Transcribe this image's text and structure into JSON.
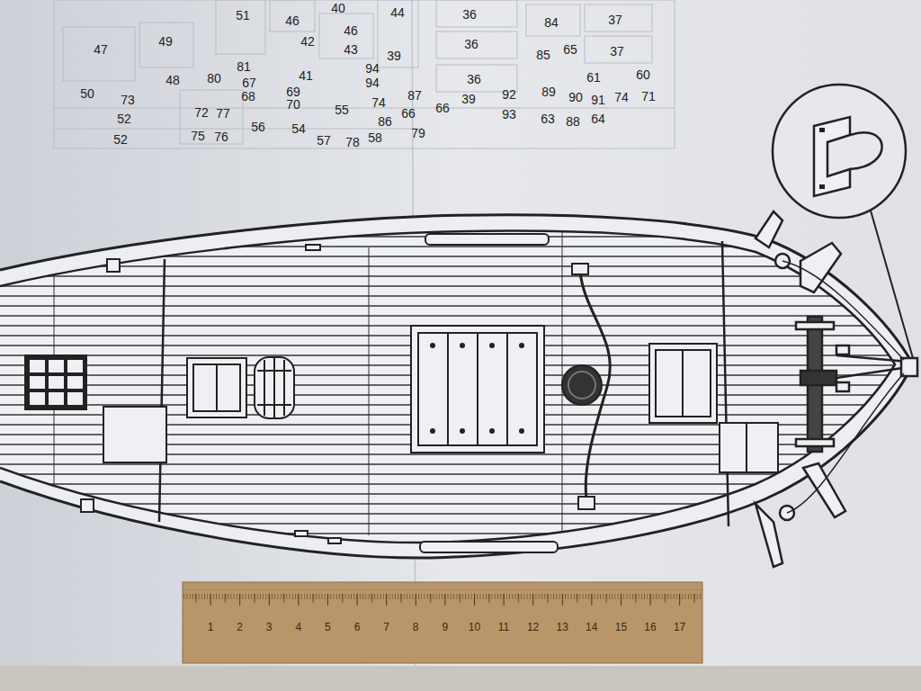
{
  "diagram": {
    "labels": [
      "40",
      "51",
      "46",
      "44",
      "36",
      "84",
      "37",
      "47",
      "49",
      "42",
      "46",
      "43",
      "39",
      "36",
      "85",
      "65",
      "37",
      "81",
      "41",
      "94",
      "94",
      "36",
      "61",
      "60",
      "48",
      "80",
      "67",
      "50",
      "73",
      "68",
      "69",
      "70",
      "74",
      "87",
      "55",
      "66",
      "39",
      "92",
      "89",
      "90",
      "91",
      "74",
      "71",
      "52",
      "72",
      "77",
      "56",
      "54",
      "86",
      "66",
      "93",
      "63",
      "88",
      "64",
      "52",
      "75",
      "76",
      "57",
      "78",
      "58",
      "79",
      "1",
      "2",
      "3",
      "4",
      "5",
      "6",
      "7",
      "8",
      "9",
      "10",
      "11",
      "12",
      "13",
      "14",
      "15",
      "16",
      "17"
    ]
  }
}
